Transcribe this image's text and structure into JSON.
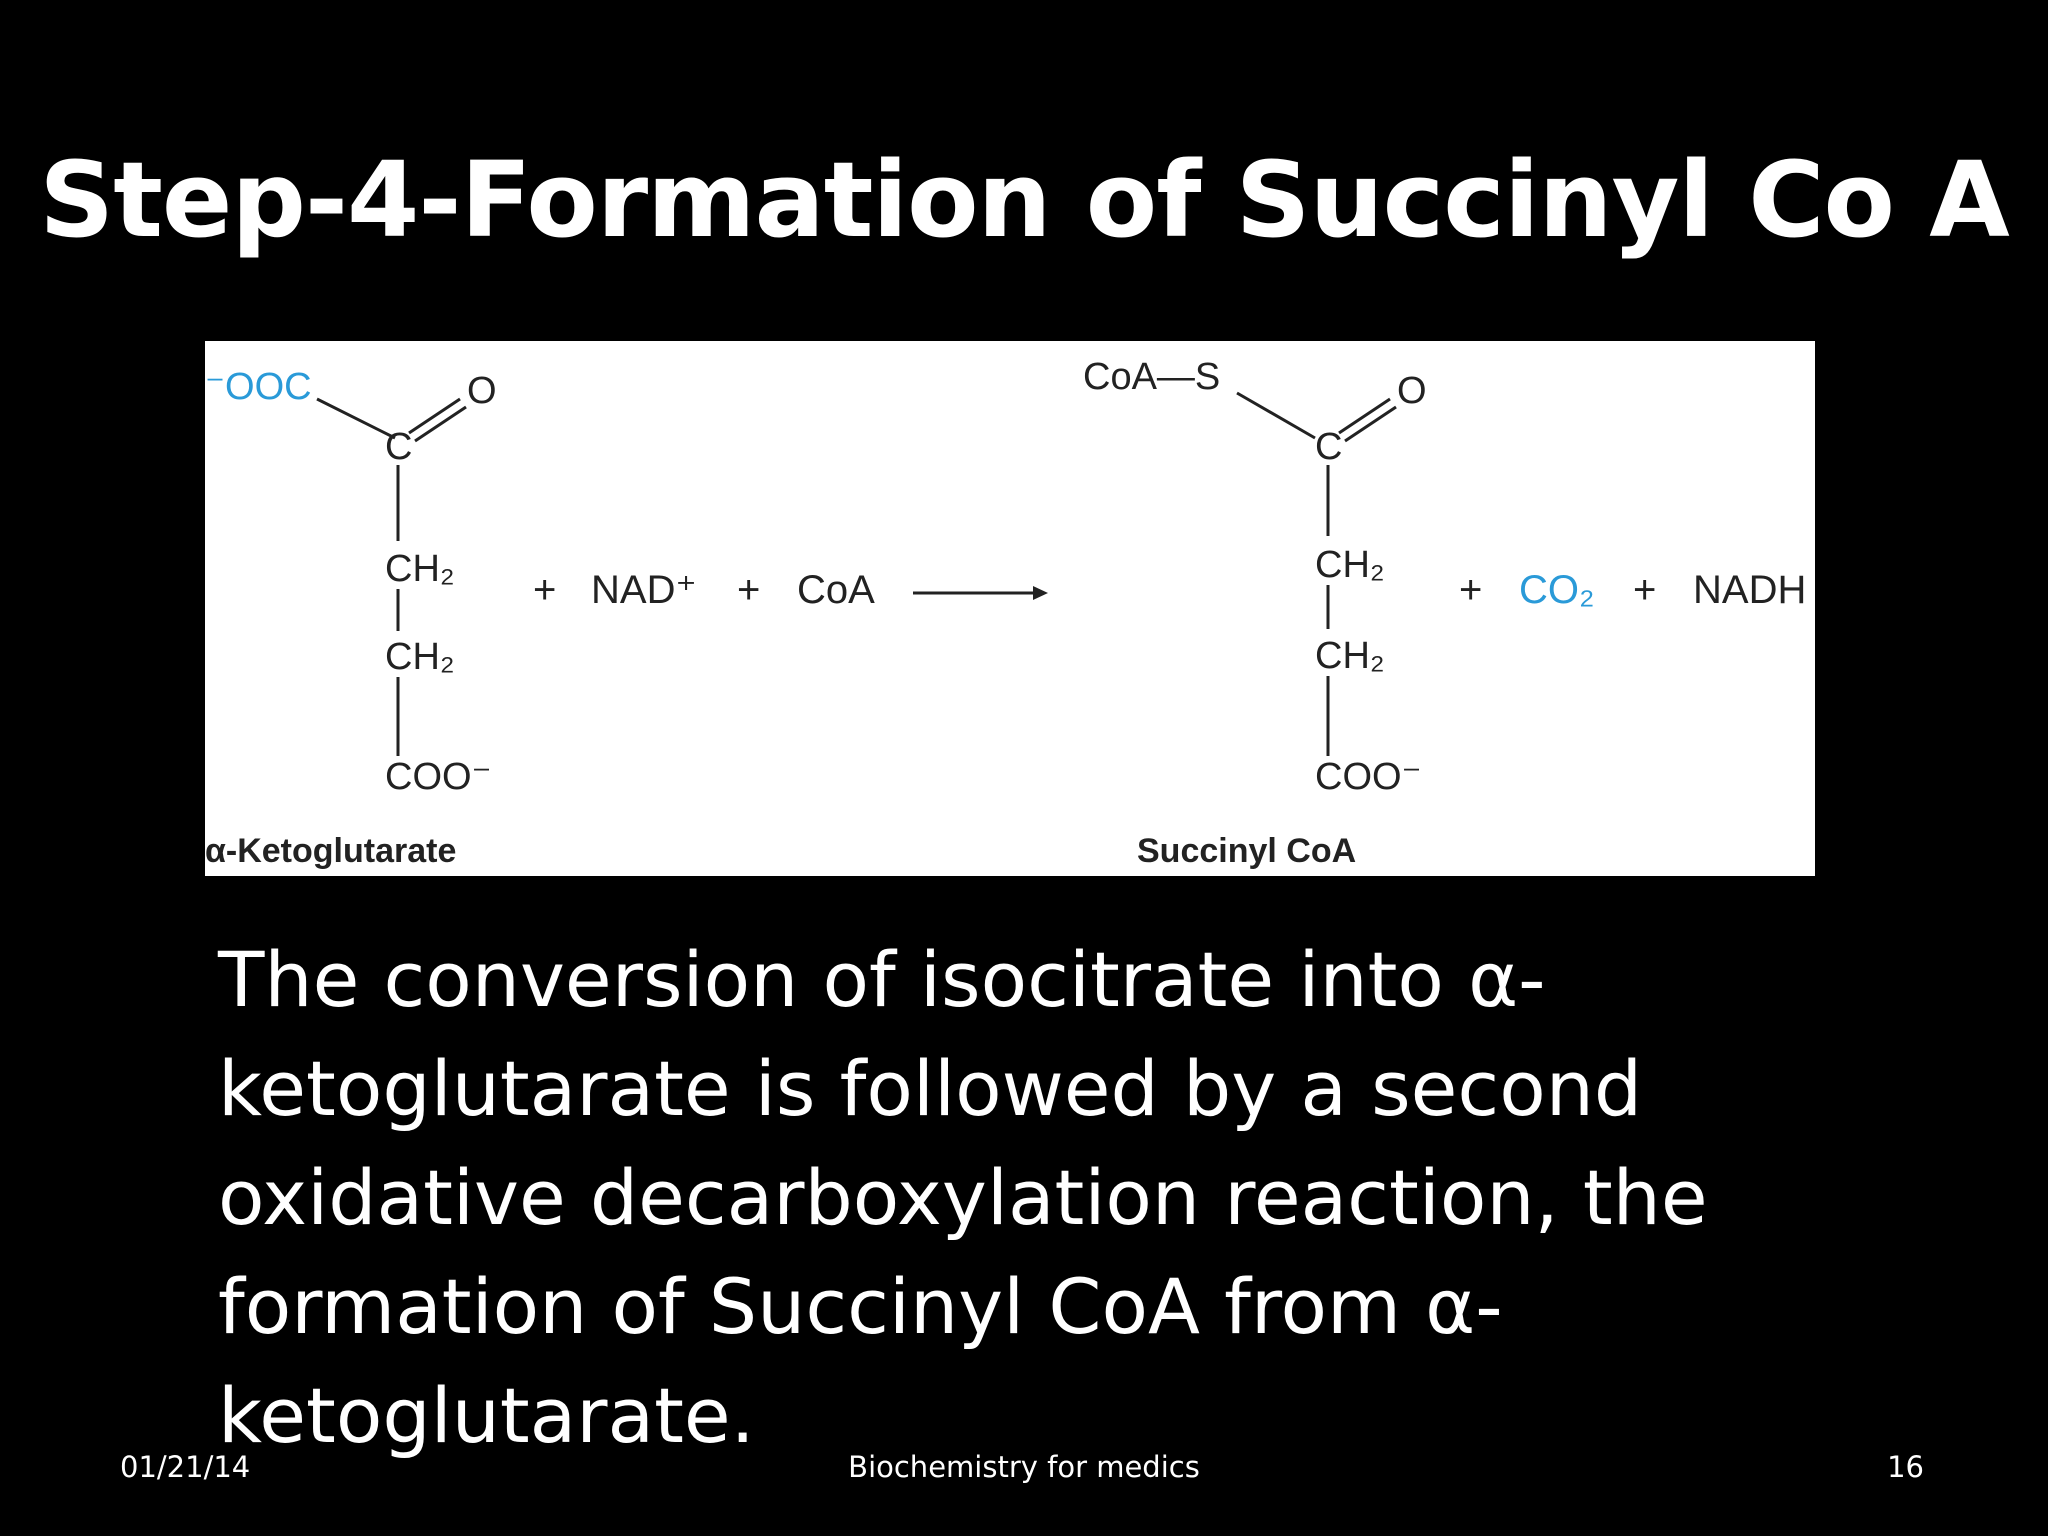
{
  "slide": {
    "title": "Step-4-Formation of Succinyl Co A",
    "body_lines": [
      "The conversion of isocitrate into α-",
      "ketoglutarate is followed by a second",
      "oxidative decarboxylation reaction, the",
      "formation of Succinyl CoA from α-",
      "ketoglutarate."
    ],
    "footer": {
      "date": "01/21/14",
      "center": "Biochemistry for medics",
      "page": "16"
    }
  },
  "reaction": {
    "reactant": {
      "carboxylate_top": "⁻OOC",
      "carbonyl_c": "C",
      "carbonyl_o": "O",
      "ch2_a": "CH₂",
      "ch2_b": "CH₂",
      "coo": "COO⁻",
      "label": "α-Ketoglutarate"
    },
    "reactants_extra": {
      "plus1": "+",
      "nad": "NAD⁺",
      "plus2": "+",
      "coa": "CoA"
    },
    "product": {
      "coa_s": "CoA—S",
      "carbonyl_c": "C",
      "carbonyl_o": "O",
      "ch2_a": "CH₂",
      "ch2_b": "CH₂",
      "coo": "COO⁻",
      "label": "Succinyl CoA"
    },
    "products_extra": {
      "plus1": "+",
      "co2": "CO₂",
      "plus2": "+",
      "nadh": "NADH"
    },
    "colors": {
      "highlight": "#2a9ad8",
      "ink": "#222222"
    }
  }
}
